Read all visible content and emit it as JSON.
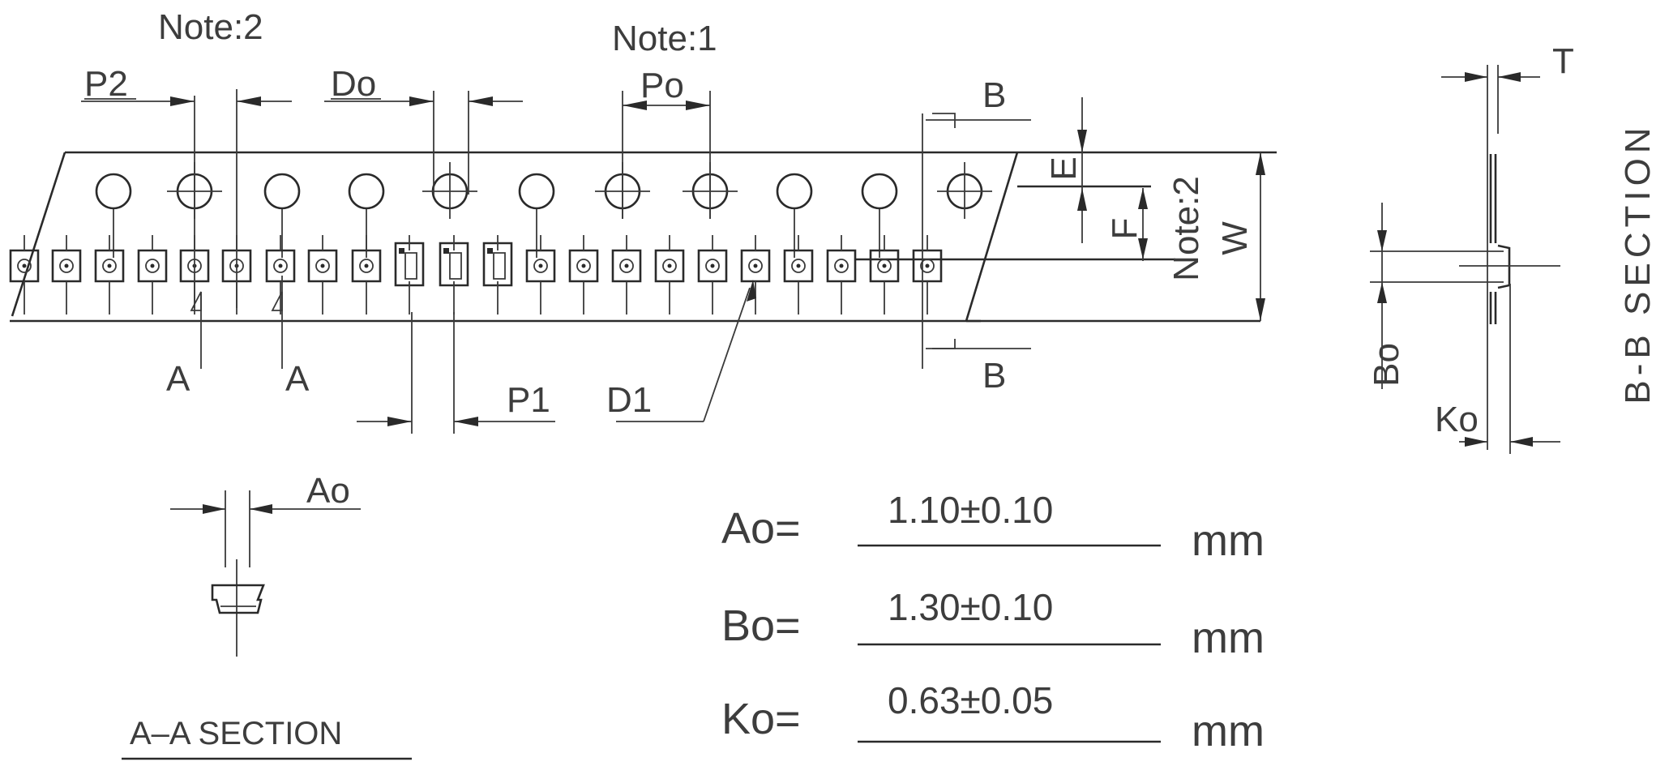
{
  "labels": {
    "note2_top": "Note:2",
    "note1_top": "Note:1",
    "p2": "P2",
    "do": "Do",
    "po": "Po",
    "b_top": "B",
    "b_bottom": "B",
    "e": "E",
    "f": "F",
    "note2_side": "Note:2",
    "w": "W",
    "a_left": "A",
    "a_right": "A",
    "p1": "P1",
    "d1": "D1",
    "t": "T",
    "bb_section": "B-B SECTION",
    "bo_side": "Bo",
    "ko_side": "Ko",
    "ao_detail": "Ao",
    "aa_section": "A–A SECTION"
  },
  "specs": [
    {
      "name": "Ao=",
      "value": "1.10±0.10",
      "unit": "mm"
    },
    {
      "name": "Bo=",
      "value": "1.30±0.10",
      "unit": "mm"
    },
    {
      "name": "Ko=",
      "value": "0.63±0.05",
      "unit": "mm"
    }
  ]
}
